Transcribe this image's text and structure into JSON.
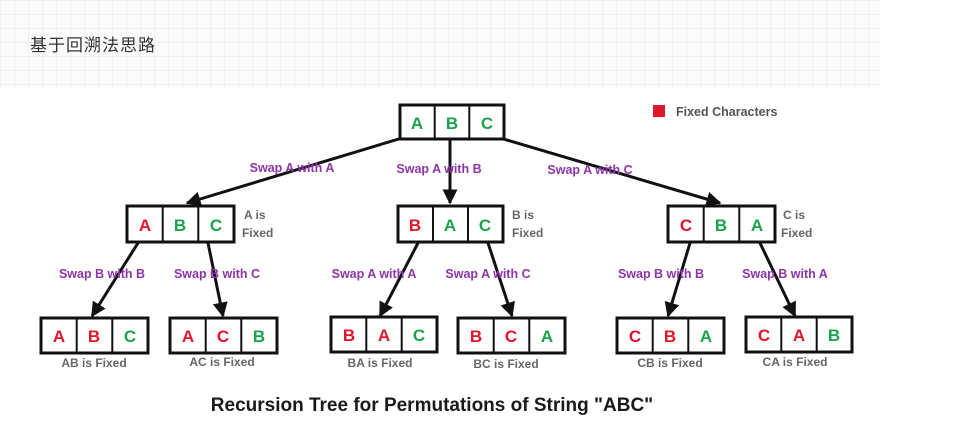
{
  "heading": "基于回溯法思路",
  "legend": {
    "label": "Fixed Characters",
    "color": "#e0162b"
  },
  "colors": {
    "fixed": "#e0162b",
    "free": "#1ba34a",
    "edge_label": "#8e35a8"
  },
  "caption": "Recursion Tree for Permutations of String \"ABC\"",
  "root": {
    "letters": [
      "A",
      "B",
      "C"
    ],
    "fixed_count": 0
  },
  "level1": [
    {
      "edge_label": "Swap A with A",
      "letters": [
        "A",
        "B",
        "C"
      ],
      "fixed_count": 1,
      "note_line1": "A is",
      "note_line2": "Fixed"
    },
    {
      "edge_label": "Swap A with B",
      "letters": [
        "B",
        "A",
        "C"
      ],
      "fixed_count": 1,
      "note_line1": "B is",
      "note_line2": "Fixed"
    },
    {
      "edge_label": "Swap A with C",
      "letters": [
        "C",
        "B",
        "A"
      ],
      "fixed_count": 1,
      "note_line1": "C is",
      "note_line2": "Fixed"
    }
  ],
  "level2": [
    {
      "edge_label": "Swap B with B",
      "letters": [
        "A",
        "B",
        "C"
      ],
      "fixed_count": 2,
      "note": "AB is Fixed"
    },
    {
      "edge_label": "Swap B with C",
      "letters": [
        "A",
        "C",
        "B"
      ],
      "fixed_count": 2,
      "note": "AC is Fixed"
    },
    {
      "edge_label": "Swap A with A",
      "letters": [
        "B",
        "A",
        "C"
      ],
      "fixed_count": 2,
      "note": "BA is Fixed"
    },
    {
      "edge_label": "Swap A with C",
      "letters": [
        "B",
        "C",
        "A"
      ],
      "fixed_count": 2,
      "note": "BC is Fixed"
    },
    {
      "edge_label": "Swap B with B",
      "letters": [
        "C",
        "B",
        "A"
      ],
      "fixed_count": 2,
      "note": "CB is Fixed"
    },
    {
      "edge_label": "Swap B with A",
      "letters": [
        "C",
        "A",
        "B"
      ],
      "fixed_count": 2,
      "note": "CA is Fixed"
    }
  ]
}
